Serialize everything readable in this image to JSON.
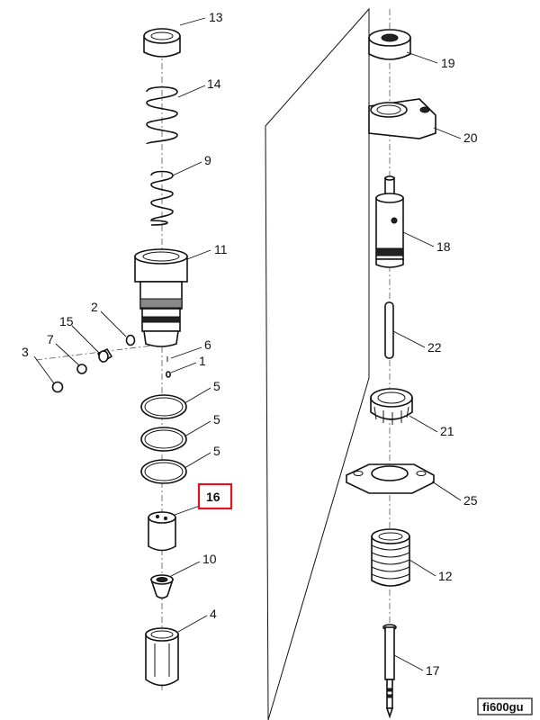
{
  "diagram": {
    "parts": {
      "p13": "13",
      "p14": "14",
      "p9": "9",
      "p11": "11",
      "p2": "2",
      "p15": "15",
      "p7": "7",
      "p3": "3",
      "p6": "6",
      "p1": "1",
      "p5a": "5",
      "p5b": "5",
      "p5c": "5",
      "p16": "16",
      "p10": "10",
      "p4": "4",
      "p19": "19",
      "p20": "20",
      "p18": "18",
      "p22": "22",
      "p21": "21",
      "p25": "25",
      "p12": "12",
      "p17": "17"
    },
    "highlighted_part": "16",
    "highlight_color": "#e0141e",
    "drawing_code": "fi600gu"
  }
}
